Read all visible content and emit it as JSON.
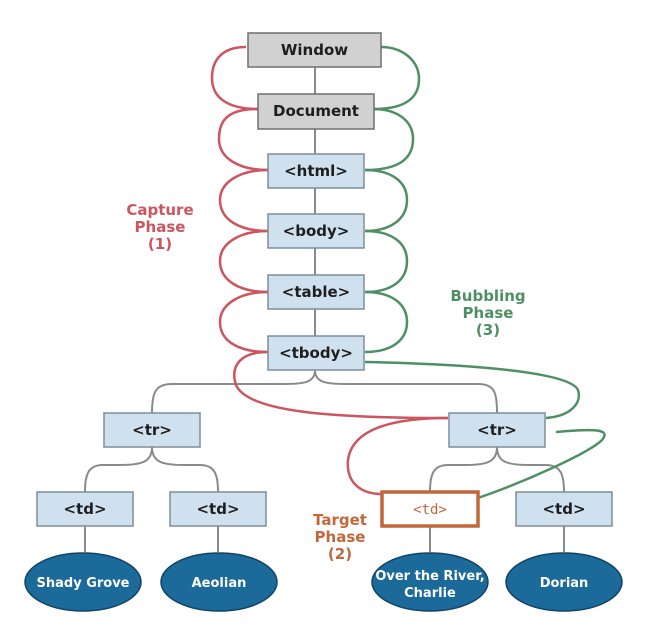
{
  "nodes": {
    "window": "Window",
    "document": "Document",
    "html": "<html>",
    "body": "<body>",
    "table": "<table>",
    "tbody": "<tbody>",
    "tr_left": "<tr>",
    "tr_right": "<tr>",
    "td_1": "<td>",
    "td_2": "<td>",
    "td_target": "<td>",
    "td_4": "<td>"
  },
  "leaves": {
    "shady_grove": "Shady Grove",
    "aeolian": "Aeolian",
    "over_the_river_line1": "Over the River,",
    "over_the_river_line2": "Charlie",
    "dorian": "Dorian"
  },
  "phases": {
    "capture": {
      "line1": "Capture",
      "line2": "Phase",
      "line3": "(1)"
    },
    "bubbling": {
      "line1": "Bubbling",
      "line2": "Phase",
      "line3": "(3)"
    },
    "target": {
      "line1": "Target",
      "line2": "Phase",
      "line3": "(2)"
    }
  },
  "colors": {
    "capture": "#cc5560",
    "bubbling": "#4f8f64",
    "target": "#c2673a",
    "leaf": "#1c6a99",
    "node_blue": "#cfe1ef",
    "node_gray": "#d1d1d1"
  }
}
